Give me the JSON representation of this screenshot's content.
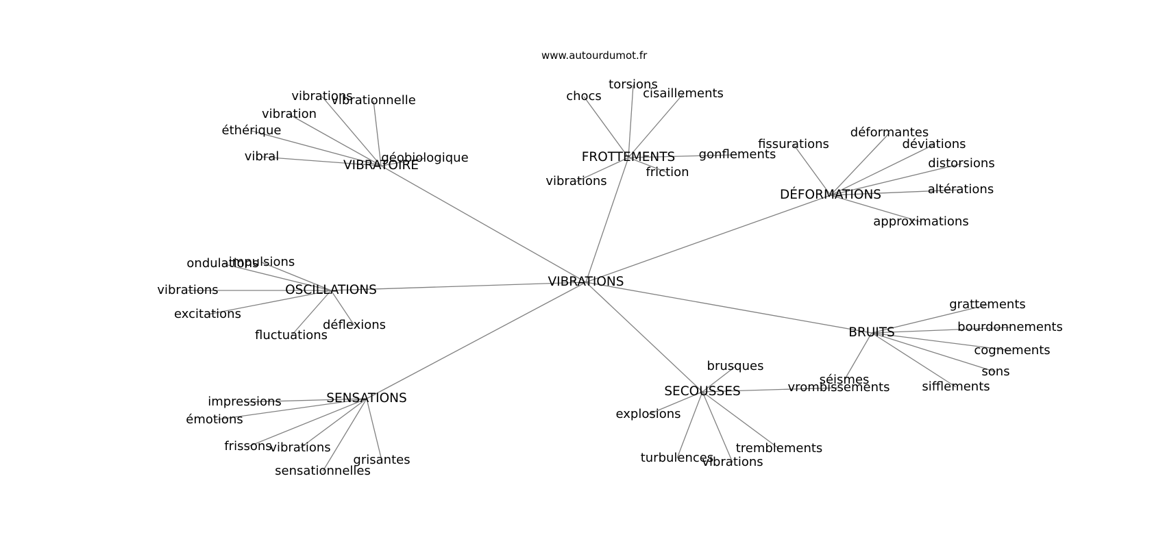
{
  "source": "www.autourdumot.fr",
  "center": "VIBRATIONS",
  "groups": [
    {
      "label": "VIBRATOIRE",
      "words": [
        "vibrations",
        "vibrationnelle",
        "vibration",
        "éthérique",
        "vibral",
        "géobiologique"
      ]
    },
    {
      "label": "FROTTEMENTS",
      "words": [
        "chocs",
        "torsions",
        "cisaillements",
        "gonflements",
        "friction",
        "vibrations"
      ]
    },
    {
      "label": "DÉFORMATIONS",
      "words": [
        "fissurations",
        "déformantes",
        "déviations",
        "distorsions",
        "altérations",
        "approximations"
      ]
    },
    {
      "label": "OSCILLATIONS",
      "words": [
        "ondulations",
        "impulsions",
        "vibrations",
        "excitations",
        "fluctuations",
        "déflexions"
      ]
    },
    {
      "label": "BRUITS",
      "words": [
        "grattements",
        "bourdonnements",
        "cognements",
        "sons",
        "sifflements",
        "séismes"
      ]
    },
    {
      "label": "SECOUSSES",
      "words": [
        "brusques",
        "vrombissements",
        "explosions",
        "turbulences",
        "vibrations",
        "tremblements"
      ]
    },
    {
      "label": "SENSATIONS",
      "words": [
        "impressions",
        "émotions",
        "frissons",
        "vibrations",
        "sensationnelles",
        "grisantes"
      ]
    }
  ]
}
